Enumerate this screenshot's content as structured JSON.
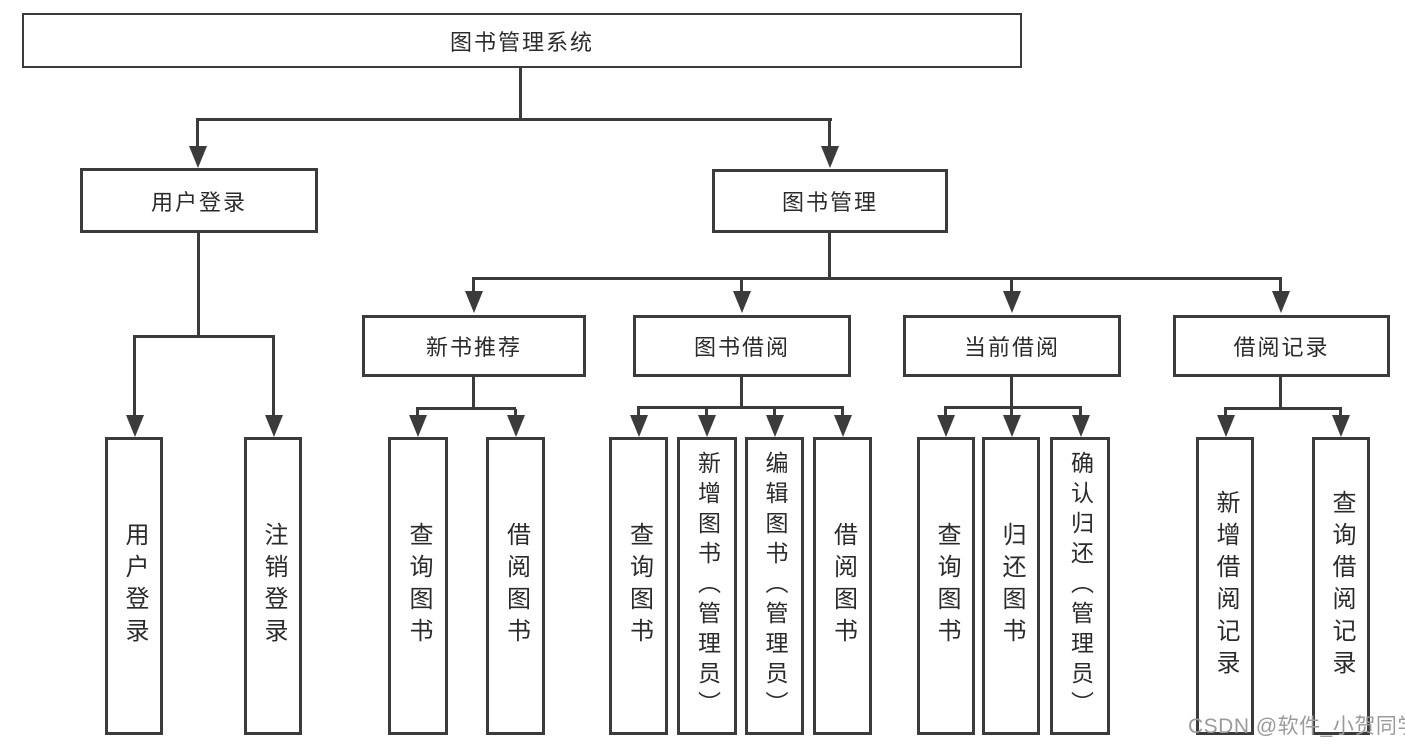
{
  "diagram": {
    "title": "图书管理系统",
    "type": "hierarchy-tree",
    "colors": {
      "background": "#ffffff",
      "line": "#3b3b3b",
      "box_border": "#3b3b3b",
      "text": "#2b2b2b",
      "watermark": "#9b9b9b"
    },
    "nodes": {
      "root": {
        "label": "图书管理系统",
        "level": 1
      },
      "user_login": {
        "label": "用户登录",
        "level": 2
      },
      "book_mgmt": {
        "label": "图书管理",
        "level": 2
      },
      "new_book_rec": {
        "label": "新书推荐",
        "level": 3
      },
      "book_borrow": {
        "label": "图书借阅",
        "level": 3
      },
      "current_borrow": {
        "label": "当前借阅",
        "level": 3
      },
      "borrow_records": {
        "label": "借阅记录",
        "level": 3
      },
      "leaf_user_login": {
        "label": "用户登录",
        "level": 4
      },
      "leaf_logout": {
        "label": "注销登录",
        "level": 4
      },
      "nb_query_book": {
        "label": "查询图书",
        "level": 4
      },
      "nb_borrow_book": {
        "label": "借阅图书",
        "level": 4
      },
      "bb_query_book": {
        "label": "查询图书",
        "level": 4
      },
      "bb_add_book": {
        "label": "新增图书（管理员）",
        "level": 4
      },
      "bb_edit_book": {
        "label": "编辑图书（管理员）",
        "level": 4
      },
      "bb_borrow_book": {
        "label": "借阅图书",
        "level": 4
      },
      "cb_query_book": {
        "label": "查询图书",
        "level": 4
      },
      "cb_return_book": {
        "label": "归还图书",
        "level": 4
      },
      "cb_confirm_return": {
        "label": "确认归还（管理员）",
        "level": 4
      },
      "br_add_record": {
        "label": "新增借阅记录",
        "level": 4
      },
      "br_query_record": {
        "label": "查询借阅记录",
        "level": 4
      }
    },
    "edges": [
      [
        "图书管理系统",
        "用户登录"
      ],
      [
        "图书管理系统",
        "图书管理"
      ],
      [
        "用户登录",
        "用户登录"
      ],
      [
        "用户登录",
        "注销登录"
      ],
      [
        "图书管理",
        "新书推荐"
      ],
      [
        "图书管理",
        "图书借阅"
      ],
      [
        "图书管理",
        "当前借阅"
      ],
      [
        "图书管理",
        "借阅记录"
      ],
      [
        "新书推荐",
        "查询图书"
      ],
      [
        "新书推荐",
        "借阅图书"
      ],
      [
        "图书借阅",
        "查询图书"
      ],
      [
        "图书借阅",
        "新增图书（管理员）"
      ],
      [
        "图书借阅",
        "编辑图书（管理员）"
      ],
      [
        "图书借阅",
        "借阅图书"
      ],
      [
        "当前借阅",
        "查询图书"
      ],
      [
        "当前借阅",
        "归还图书"
      ],
      [
        "当前借阅",
        "确认归还（管理员）"
      ],
      [
        "借阅记录",
        "新增借阅记录"
      ],
      [
        "借阅记录",
        "查询借阅记录"
      ]
    ],
    "watermark": {
      "text": "CSDN @软件_小贺同学"
    }
  }
}
